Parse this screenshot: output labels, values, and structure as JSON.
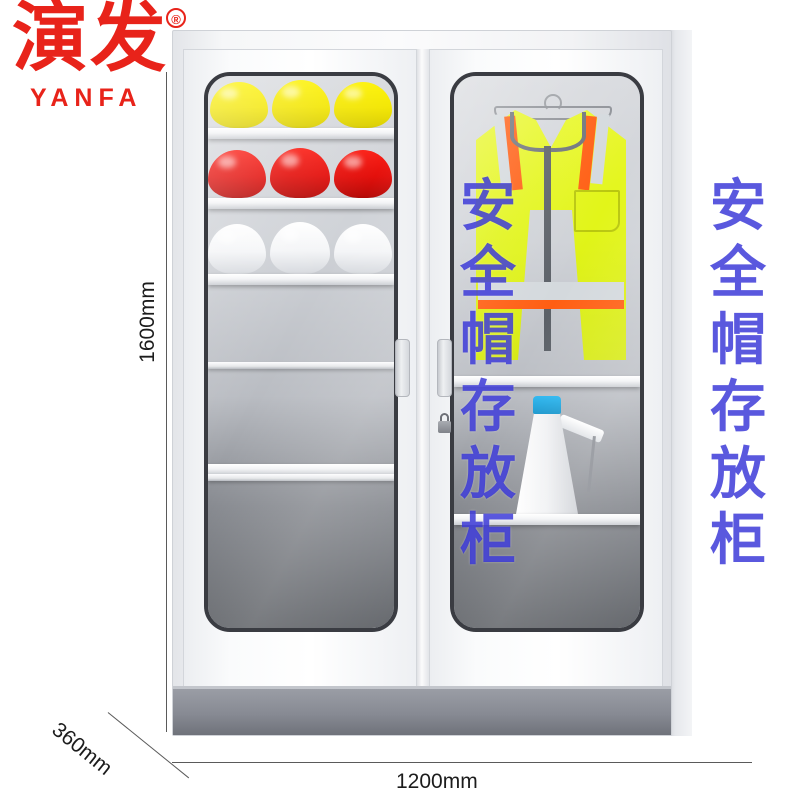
{
  "brand": {
    "name_cn": "演发",
    "name_en": "YANFA",
    "registered_mark": "®",
    "color": "#e8231a"
  },
  "dimensions": {
    "height": "1600mm",
    "width": "1200mm",
    "depth": "360mm"
  },
  "product": {
    "door_overlay_text": "安全帽存放柜",
    "door_overlay_chars": [
      "安",
      "全",
      "帽",
      "存",
      "放",
      "柜"
    ],
    "overlay_color": "#312ed6",
    "body_color": "#f2f3f5",
    "plinth_color": "#878a93",
    "glass_frame_color": "#3a3c42"
  },
  "contents": {
    "left_compartment": [
      {
        "shelf": 1,
        "item": "helmets",
        "color": "#f3e600",
        "color_name": "yellow",
        "count": 3
      },
      {
        "shelf": 2,
        "item": "helmets",
        "color": "#e3100c",
        "color_name": "red",
        "count": 3
      },
      {
        "shelf": 3,
        "item": "helmets",
        "color": "#ffffff",
        "color_name": "white",
        "count": 3
      },
      {
        "shelf": 4,
        "item": "empty",
        "color": "",
        "color_name": "",
        "count": 0
      },
      {
        "shelf": 5,
        "item": "empty",
        "color": "",
        "color_name": "",
        "count": 0
      }
    ],
    "right_compartment": [
      {
        "shelf": 1,
        "item": "safety-vest",
        "color": "#e2f519",
        "color_name": "hi-vis yellow",
        "count": 1
      },
      {
        "shelf": 2,
        "item": "megaphone",
        "color": "#ffffff",
        "color_name": "white",
        "count": 1
      }
    ]
  },
  "hardware": {
    "handle_left": "door-handle-left",
    "handle_right": "door-handle-right",
    "lock": "padlock-cylinder"
  }
}
